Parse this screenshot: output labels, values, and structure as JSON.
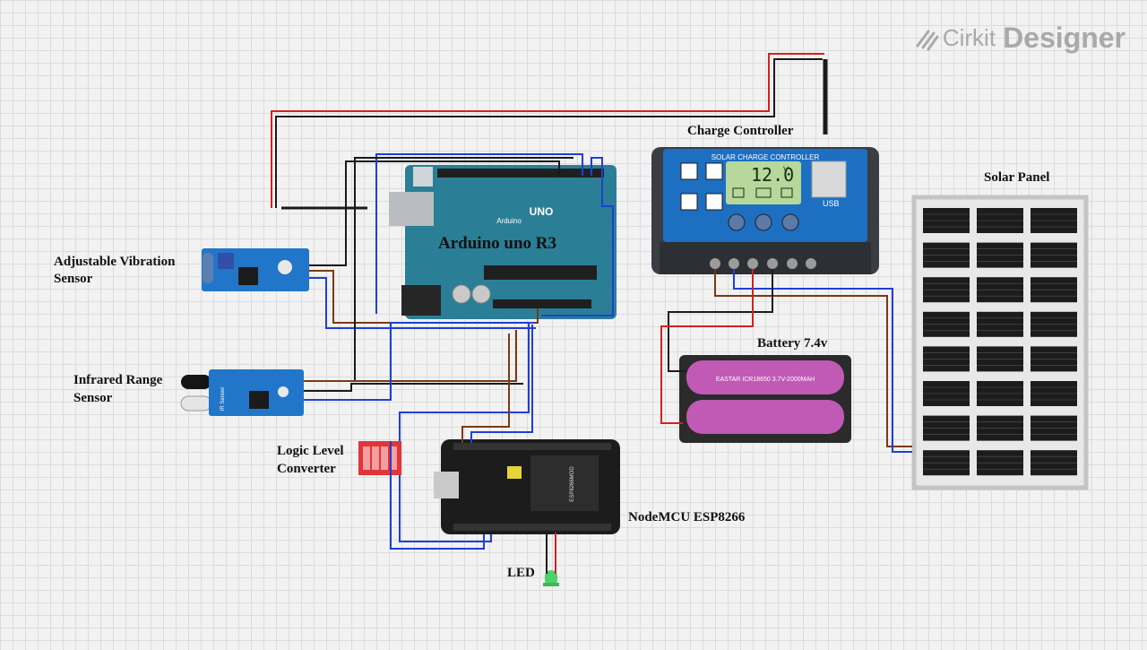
{
  "brand": {
    "name_part1": "Cirkit",
    "name_part2": "Designer",
    "logo_icon": "cirkit-logo-icon"
  },
  "labels": {
    "charge_controller": "Charge Controller",
    "solar_panel": "Solar Panel",
    "battery": "Battery 7.4v",
    "arduino": "Arduino uno R3",
    "vibration_line1": "Adjustable Vibration",
    "vibration_line2": "Sensor",
    "ir_line1": "Infrared Range",
    "ir_line2": "Sensor",
    "logic_line1": "Logic Level",
    "logic_line2": "Converter",
    "nodemcu": "NodeMCU ESP8266",
    "led": "LED"
  },
  "components": {
    "charge_controller": {
      "header": "SOLAR CHARGE CONTROLLER",
      "display_value": "12.0",
      "display_unit": "V",
      "usb_text": "USB"
    },
    "arduino": {
      "logo_text": "UNO",
      "brand_text": "Arduino"
    },
    "ir_sensor": {
      "board_text": "IR Sensor"
    },
    "battery": {
      "cell_text": "EASTAR ICR18650 3.7V-2000MAH"
    },
    "nodemcu": {
      "module_text": "ESP8266MOD"
    }
  },
  "colors": {
    "wire_red": "#d42020",
    "wire_black": "#1a1a1a",
    "wire_blue": "#1f3fd6",
    "wire_brown": "#7a3a12",
    "board_teal": "#2a7f96",
    "controller_blue": "#1d6fc2",
    "sensor_blue": "#2276c9",
    "battery_pink": "#c05ab4"
  }
}
